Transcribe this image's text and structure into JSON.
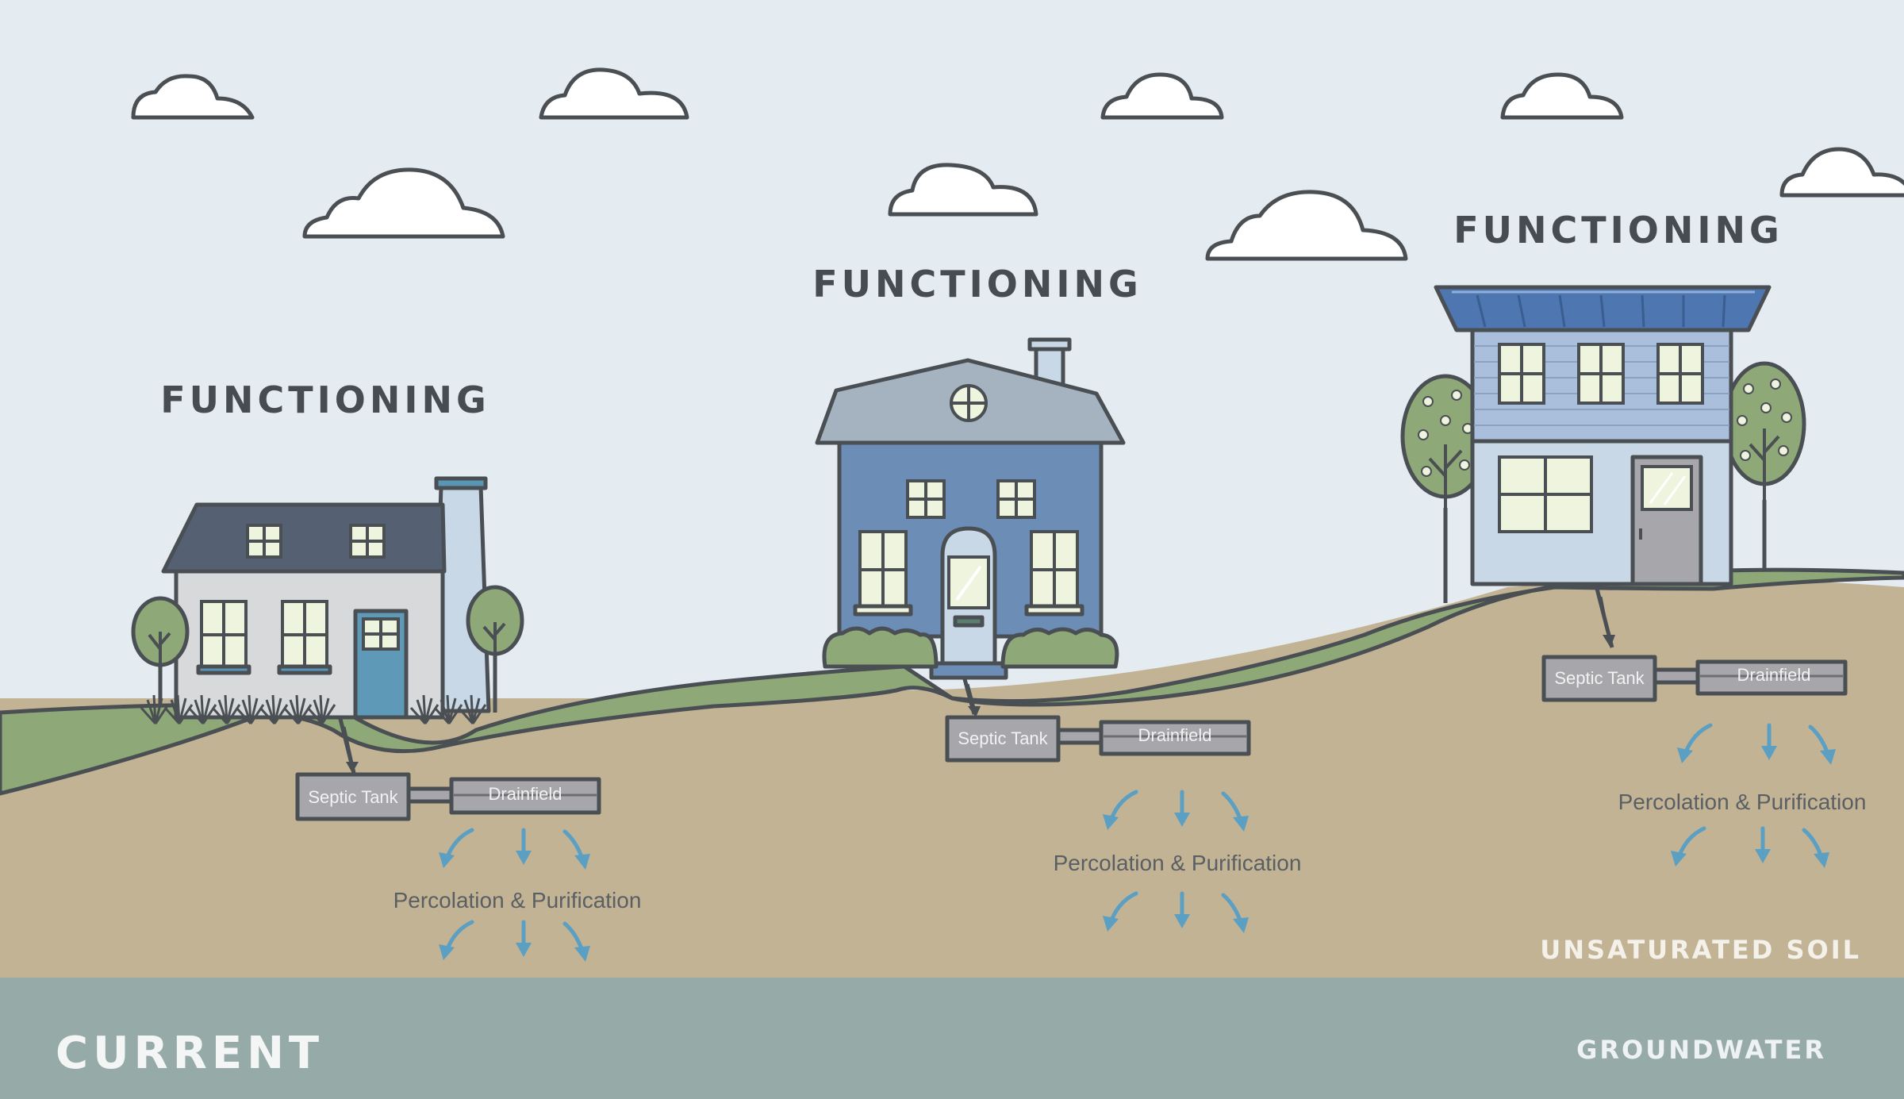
{
  "diagram": {
    "status_labels": [
      "FUNCTIONING",
      "FUNCTIONING",
      "FUNCTIONING"
    ],
    "septic_tank_label": "Septic Tank",
    "drainfield_label": "Drainfield",
    "percolation_label": "Percolation & Purification",
    "soil_label": "UNSATURATED SOIL",
    "groundwater_label": "GROUNDWATER",
    "scenario_label": "CURRENT"
  },
  "colors": {
    "sky": "#e4ebf1",
    "grass": "#8fa877",
    "soil": "#c3b395",
    "groundwater": "#96aaa8",
    "tank": "#a7a6aa",
    "arrow": "#5b9fc2",
    "text_dark": "#474c52"
  }
}
